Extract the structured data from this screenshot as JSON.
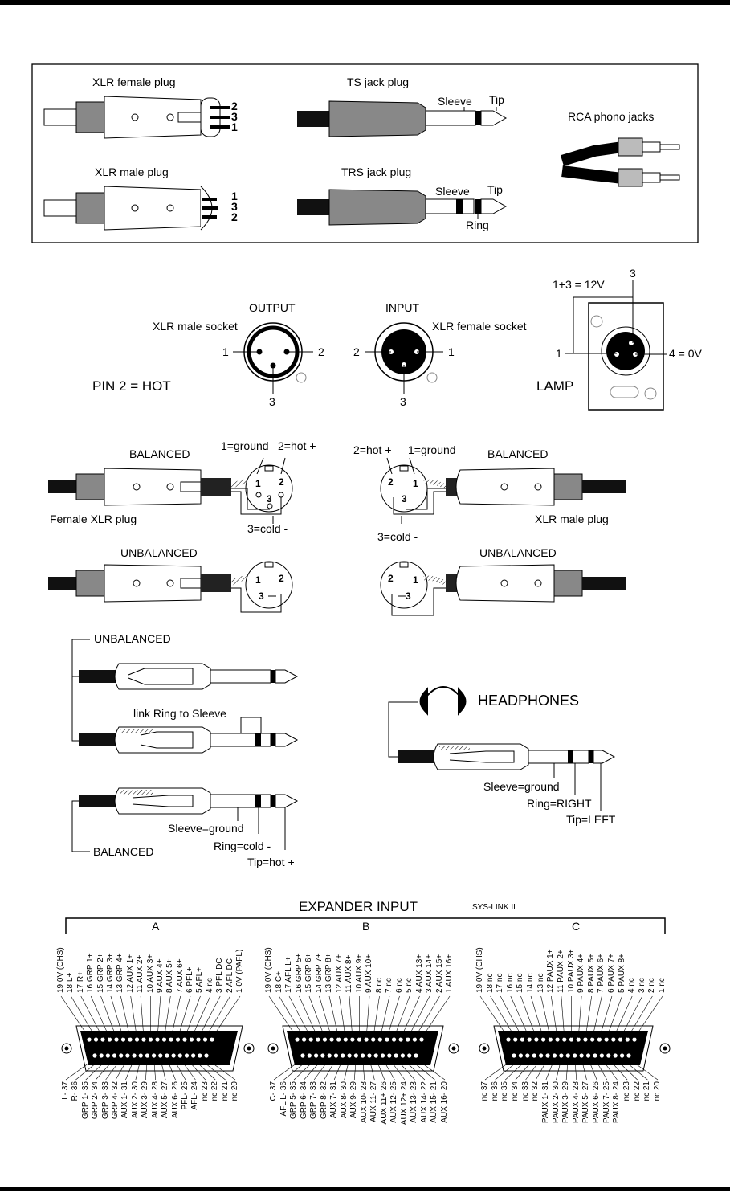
{
  "connectors_box": {
    "xlr_female_plug": "XLR female plug",
    "xlr_female_pins": [
      "2",
      "3",
      "1"
    ],
    "xlr_male_plug": "XLR male plug",
    "xlr_male_pins": [
      "1",
      "3",
      "2"
    ],
    "ts_jack": "TS jack plug",
    "ts_sleeve": "Sleeve",
    "ts_tip": "Tip",
    "trs_jack": "TRS jack plug",
    "trs_sleeve": "Sleeve",
    "trs_tip": "Tip",
    "trs_ring": "Ring",
    "rca": "RCA phono jacks"
  },
  "sockets": {
    "output_title": "OUTPUT",
    "output_name": "XLR male socket",
    "output_pins": [
      "1",
      "2",
      "3"
    ],
    "input_title": "INPUT",
    "input_name": "XLR female socket",
    "input_pins": [
      "2",
      "1",
      "3"
    ],
    "pin2_hot": "PIN 2 = HOT",
    "lamp": "LAMP",
    "lamp_pin3": "3",
    "lamp_13": "1+3 = 12V",
    "lamp_pin1": "1",
    "lamp_pin4": "4 = 0V"
  },
  "wiring": {
    "balanced_left": "BALANCED",
    "ground_left": "1=ground",
    "hot_left": "2=hot +",
    "pin1": "1",
    "pin2": "2",
    "pin3": "3",
    "female_xlr": "Female XLR plug",
    "cold_left": "3=cold -",
    "unbalanced_left": "UNBALANCED",
    "hot_right": "2=hot +",
    "ground_right": "1=ground",
    "balanced_right": "BALANCED",
    "male_xlr": "XLR male plug",
    "cold_right": "3=cold -",
    "unbalanced_right": "UNBALANCED"
  },
  "jacks": {
    "unbalanced": "UNBALANCED",
    "link": "link Ring to Sleeve",
    "sleeve": "Sleeve=ground",
    "ring": "Ring=cold -",
    "tip": "Tip=hot +",
    "balanced": "BALANCED",
    "headphones": "HEADPHONES",
    "hp_sleeve": "Sleeve=ground",
    "hp_ring": "Ring=RIGHT",
    "hp_tip": "Tip=LEFT"
  },
  "expander": {
    "title": "EXPANDER INPUT",
    "subtitle": "SYS-LINK II",
    "sections": [
      "A",
      "B",
      "C"
    ],
    "a_top": [
      "19 0V (CHS)",
      "18 L+",
      "17 R+",
      "16 GRP 1+",
      "15 GRP 2+",
      "14 GRP 3+",
      "13 GRP 4+",
      "12 AUX 1+",
      "11 AUX 2+",
      "10 AUX 3+",
      "9 AUX 4+",
      "8 AUX 5+",
      "7 AUX 6+",
      "6 PFL+",
      "5 AFL+",
      "4 nc",
      "3 PFL DC",
      "2 AFL DC",
      "1 0V (PAFL)"
    ],
    "a_bot": [
      "L- 37",
      "R- 36",
      "GRP 1- 35",
      "GRP 2- 34",
      "GRP 3- 33",
      "GRP 4- 32",
      "AUX 1- 31",
      "AUX 2- 30",
      "AUX 3- 29",
      "AUX 4- 28",
      "AUX 5- 27",
      "AUX 6- 26",
      "PFL- 25",
      "AFL- 24",
      "nc 23",
      "nc 22",
      "nc 21",
      "nc 20"
    ],
    "b_top": [
      "19 0V (CHS)",
      "18 C+",
      "17 AFL L+",
      "16 GRP 5+",
      "15 GRP 6+",
      "14 GRP 7+",
      "13 GRP 8+",
      "12 AUX 7+",
      "11 AUX 8+",
      "10 AUX 9+",
      "9 AUX 10+",
      "8 nc",
      "7 nc",
      "6 nc",
      "5 nc",
      "4 AUX 13+",
      "3 AUX 14+",
      "2 AUX 15+",
      "1 AUX 16+"
    ],
    "b_bot": [
      "C- 37",
      "AFL L- 36",
      "GRP 5- 35",
      "GRP 6- 34",
      "GRP 7- 33",
      "GRP 8- 32",
      "AUX 7- 31",
      "AUX 8- 30",
      "AUX 9- 29",
      "AUX 10- 28",
      "AUX 11- 27",
      "AUX 11+ 26",
      "AUX 12- 25",
      "AUX 12+ 24",
      "AUX 13- 23",
      "AUX 14- 22",
      "AUX 15- 21",
      "AUX 16- 20"
    ],
    "c_top": [
      "19 0V (CHS)",
      "18 nc",
      "17 nc",
      "16 nc",
      "15 nc",
      "14 nc",
      "13 nc",
      "12 PAUX 1+",
      "11 PAUX 2+",
      "10 PAUX 3+",
      "9 PAUX 4+",
      "8 PAUX 5+",
      "7 PAUX 6+",
      "6 PAUX 7+",
      "5 PAUX 8+",
      "4 nc",
      "3 nc",
      "2 nc",
      "1 nc"
    ],
    "c_bot": [
      "nc 37",
      "nc 36",
      "nc 35",
      "nc 34",
      "nc 33",
      "nc 32",
      "PAUX 1- 31",
      "PAUX 2- 30",
      "PAUX 3- 29",
      "PAUX 4- 28",
      "PAUX 5- 27",
      "PAUX 6- 26",
      "PAUX 7- 25",
      "PAUX 8- 24",
      "nc 23",
      "nc 22",
      "nc 21",
      "nc 20"
    ]
  }
}
